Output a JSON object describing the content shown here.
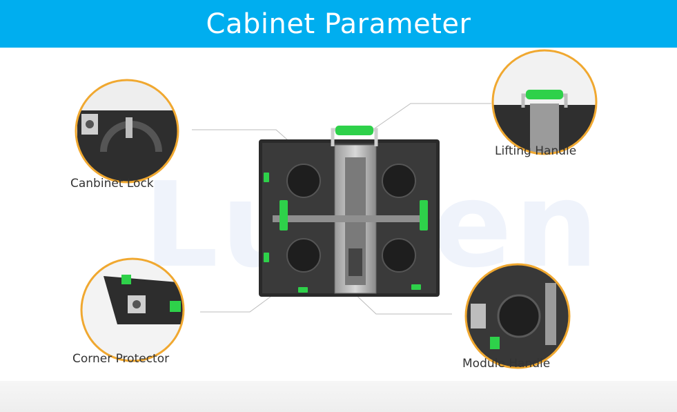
{
  "header": {
    "title": "Cabinet Parameter",
    "background": "#00aeef"
  },
  "watermark": {
    "text": "Lumen"
  },
  "features": {
    "cabinet_lock": "Canbinet Lock",
    "lifting_handle": "Lifting Handle",
    "corner_protector": "Corner Protector",
    "module_handle": "Module Handle"
  },
  "colors": {
    "ring": "#f0a830",
    "accent_green": "#2ed14a",
    "cabinet_dark": "#2a2a2a",
    "leader_line": "#bbbbbb"
  }
}
